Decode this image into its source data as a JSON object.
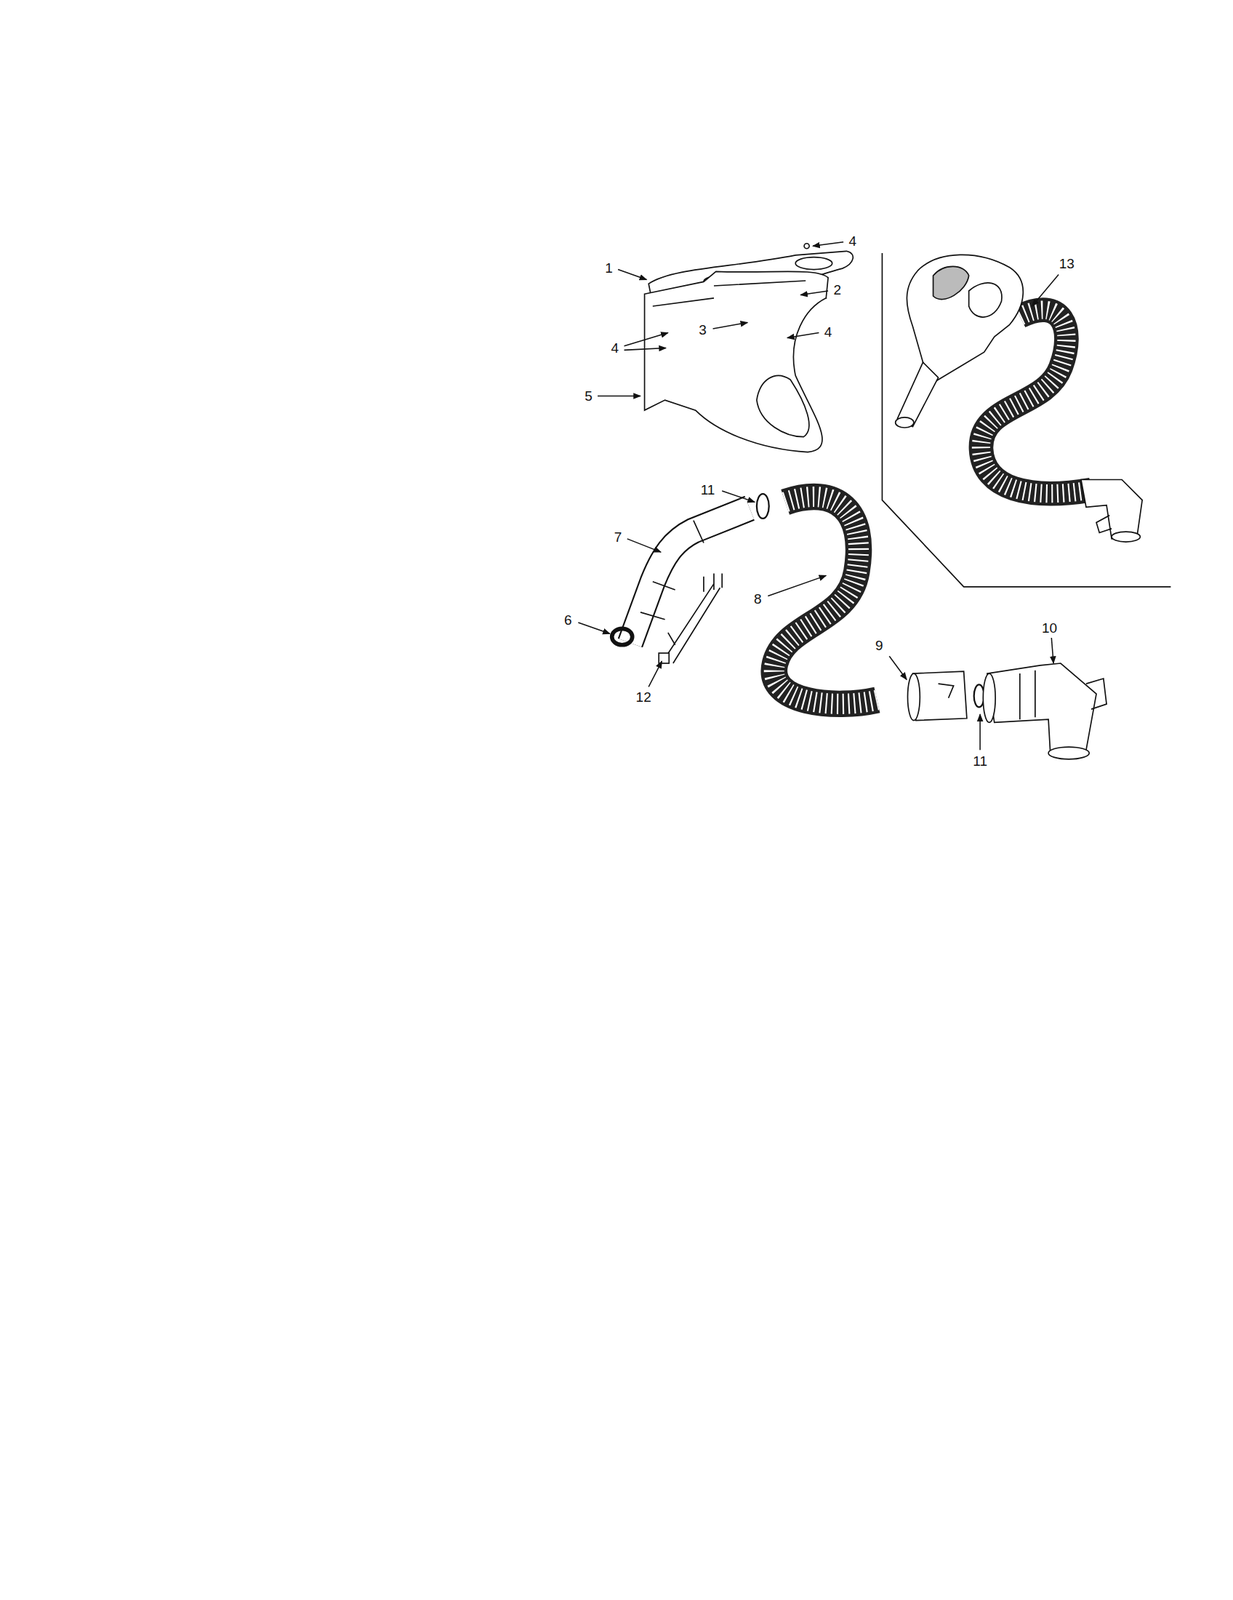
{
  "diagram": {
    "labels": [
      "4",
      "1",
      "13",
      "2",
      "3",
      "4",
      "4",
      "5",
      "11",
      "7",
      "8",
      "6",
      "12",
      "9",
      "10",
      "11"
    ]
  }
}
